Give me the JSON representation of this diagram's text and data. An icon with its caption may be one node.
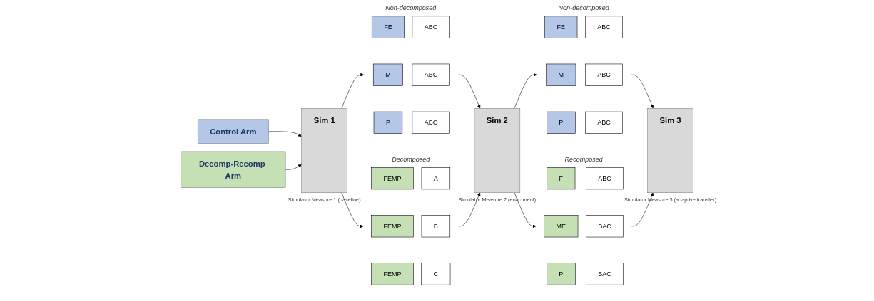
{
  "diagram": {
    "nodes": [
      {
        "text": [
          "Control Arm"
        ]
      },
      {
        "text": [
          "Decomp-Recomp Arm"
        ]
      },
      {
        "text": [
          "Sim 1"
        ],
        "beside": [
          "Simulator Measure 1 (baseline)"
        ]
      },
      {
        "text": [
          "Non-decomposed"
        ]
      },
      {
        "text": [
          "FE"
        ],
        "in": 3
      },
      {
        "text": [
          "ABC"
        ],
        "in": 3
      },
      {
        "text": [
          "M"
        ],
        "in": 3
      },
      {
        "text": [
          "ABC"
        ],
        "in": 3
      },
      {
        "text": [
          "P"
        ],
        "in": 3
      },
      {
        "text": [
          "ABC"
        ],
        "in": 3
      },
      {
        "text": [
          "Decomposed"
        ]
      },
      {
        "text": [
          "FEMP"
        ],
        "in": 10
      },
      {
        "text": [
          "A"
        ],
        "in": 10
      },
      {
        "text": [
          "FEMP"
        ],
        "in": 10
      },
      {
        "text": [
          "B"
        ],
        "in": 10
      },
      {
        "text": [
          "FEMP"
        ],
        "in": 10
      },
      {
        "text": [
          "C"
        ],
        "in": 10
      },
      {
        "text": [
          "Sim 2"
        ],
        "beside": [
          "Simulator Measure 2 (enactment)"
        ]
      },
      {
        "text": [
          "Non-decomposed"
        ]
      },
      {
        "text": [
          "FE"
        ],
        "in": 18
      },
      {
        "text": [
          "ABC"
        ],
        "in": 18
      },
      {
        "text": [
          "M"
        ],
        "in": 18
      },
      {
        "text": [
          "ABC"
        ],
        "in": 18
      },
      {
        "text": [
          "P"
        ],
        "in": 18
      },
      {
        "text": [
          "ABC"
        ],
        "in": 18
      },
      {
        "text": [
          "Recomposed"
        ]
      },
      {
        "text": [
          "F"
        ],
        "in": 25
      },
      {
        "text": [
          "ABC"
        ],
        "in": 25
      },
      {
        "text": [
          "ME"
        ],
        "in": 25
      },
      {
        "text": [
          "BAC"
        ],
        "in": 25
      },
      {
        "text": [
          "P"
        ],
        "in": 25
      },
      {
        "text": [
          "BAC"
        ],
        "in": 25
      },
      {
        "text": [
          "Sim 3"
        ],
        "beside": [
          "Simulator Measure 3 (adaptive transfer)"
        ]
      }
    ],
    "edges": [
      {
        "from": 0,
        "to": 2,
        "arrow": "to"
      },
      {
        "from": 1,
        "to": 2,
        "arrow": "to"
      },
      {
        "from": 2,
        "to": 3,
        "arrow": "to"
      },
      {
        "from": 2,
        "to": 10,
        "arrow": "to"
      },
      {
        "from": 3,
        "to": 17,
        "arrow": "to"
      },
      {
        "from": 10,
        "to": 17,
        "arrow": "to"
      },
      {
        "from": 17,
        "to": 18,
        "arrow": "to"
      },
      {
        "from": 17,
        "to": 25,
        "arrow": "to"
      },
      {
        "from": 18,
        "to": 32,
        "arrow": "to"
      },
      {
        "from": 25,
        "to": 32,
        "arrow": "to"
      }
    ]
  }
}
